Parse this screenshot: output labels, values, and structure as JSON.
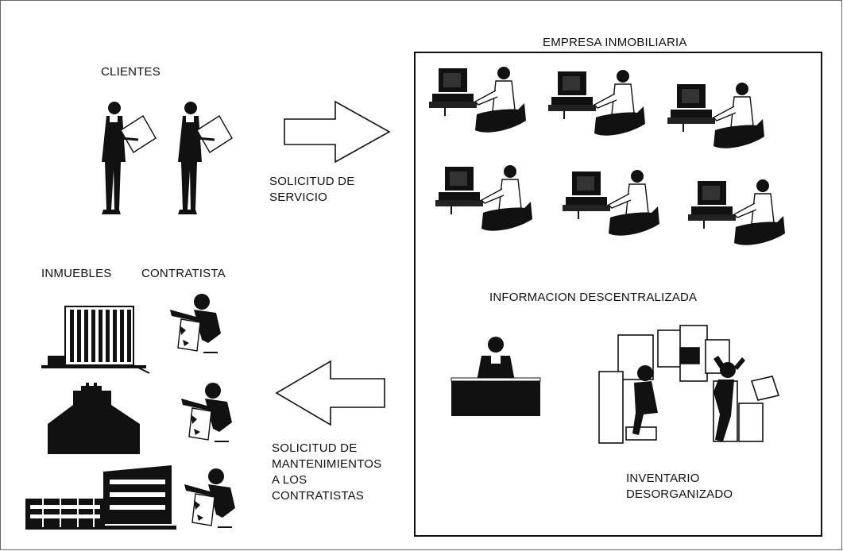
{
  "labels": {
    "clientes": "CLIENTES",
    "empresa": "EMPRESA INMOBILIARIA",
    "solicitud_servicio": "SOLICITUD DE\nSERVICIO",
    "inmuebles": "INMUEBLES",
    "contratista": "CONTRATISTA",
    "informacion": "INFORMACION DESCENTRALIZADA",
    "solicitud_mantenimientos": "SOLICITUD DE\nMANTENIMIENTOS\nA LOS\nCONTRATISTAS",
    "inventario": "INVENTARIO\nDESORGANIZADO"
  },
  "icons": {
    "client": "businessman-with-clipboard-icon",
    "workstation": "computer-worker-icon",
    "building": "building-icon",
    "house": "house-icon",
    "contractor": "contractor-icon",
    "manager": "person-at-desk-icon",
    "inventory": "disorganized-inventory-icon"
  }
}
